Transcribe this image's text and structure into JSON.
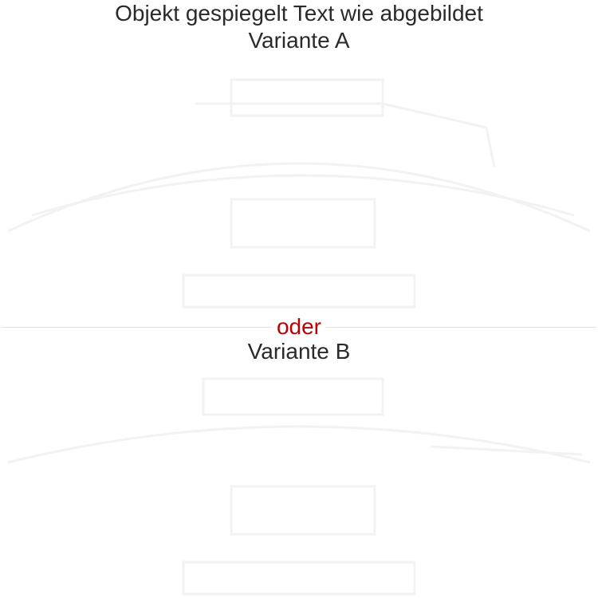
{
  "header": {
    "title": "Objekt gespiegelt Text wie abgebildet",
    "variant_a": "Variante A"
  },
  "separator": {
    "label": "oder"
  },
  "variant_b": {
    "label": "Variante B"
  },
  "colors": {
    "text": "#2a2a2a",
    "accent": "#c00000",
    "engraving": "#f4f4f4"
  }
}
